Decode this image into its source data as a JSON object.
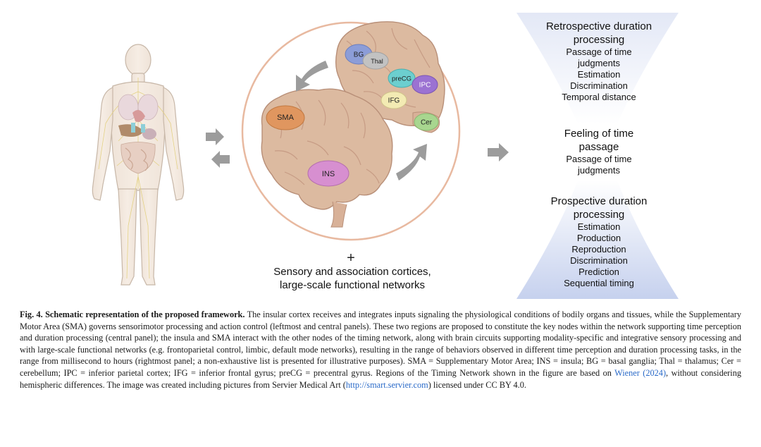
{
  "figure": {
    "brain_regions": {
      "bg": "BG",
      "thal": "Thal",
      "precg": "preCG",
      "ipc": "IPC",
      "ifg": "IFG",
      "cer": "Cer",
      "sma": "SMA",
      "ins": "INS"
    },
    "plus": "+",
    "sensory_line1": "Sensory and association cortices,",
    "sensory_line2": "large-scale functional networks",
    "right_panel": {
      "retro_heading1": "Retrospective duration",
      "retro_heading2": "processing",
      "retro_items": [
        "Passage of time",
        "judgments",
        "Estimation",
        "Discrimination",
        "Temporal distance"
      ],
      "feeling_heading1": "Feeling of time",
      "feeling_heading2": "passage",
      "feeling_items": [
        "Passage of time",
        "judgments"
      ],
      "pro_heading1": "Prospective duration",
      "pro_heading2": "processing",
      "pro_items": [
        "Estimation",
        "Production",
        "Reproduction",
        "Discrimination",
        "Prediction",
        "Sequential timing"
      ]
    },
    "colors": {
      "sma": "#e0965f",
      "ins": "#d78fd0",
      "bg": "#8c9dd8",
      "thal": "#c2c2c2",
      "precg": "#6ccfcf",
      "ipc": "#9b72d2",
      "ifg": "#f3ebb3",
      "cer": "#a8d68f",
      "brain": "#dcbaa0",
      "circle": "#e8b9a0",
      "arrow": "#9c9c9c"
    }
  },
  "caption": {
    "label": "Fig. 4.",
    "title": "Schematic representation of the proposed framework.",
    "text1": " The insular cortex receives and integrates inputs signaling the physiological conditions of bodily organs and tissues, while the Supplementary Motor Area (SMA) governs sensorimotor processing and action control (leftmost and central panels). These two regions are proposed to constitute the key nodes within the network supporting time perception and duration processing (central panel); the insula and SMA interact with the other nodes of the timing network, along with brain circuits supporting modality-specific and integrative sensory processing and with large-scale functional networks (e.g. frontoparietal control, limbic, default mode networks), resulting in the range of behaviors observed in different time perception and duration processing tasks, in the range from millisecond to hours (rightmost panel; a non-exhaustive list is presented for illustrative purposes). SMA = Supplementary Motor Area; INS = insula; BG = basal ganglia; Thal = thalamus; Cer = cerebellum; IPC = inferior parietal cortex; IFG = inferior frontal gyrus; preCG = precentral gyrus. Regions of the Timing Network shown in the figure are based on ",
    "link_wiener": "Wiener (2024)",
    "text2": ", without considering hemispheric differences. The image was created including pictures from Servier Medical Art (",
    "link_servier": "http://smart.servier.com",
    "text3": ") licensed under CC BY 4.0."
  }
}
